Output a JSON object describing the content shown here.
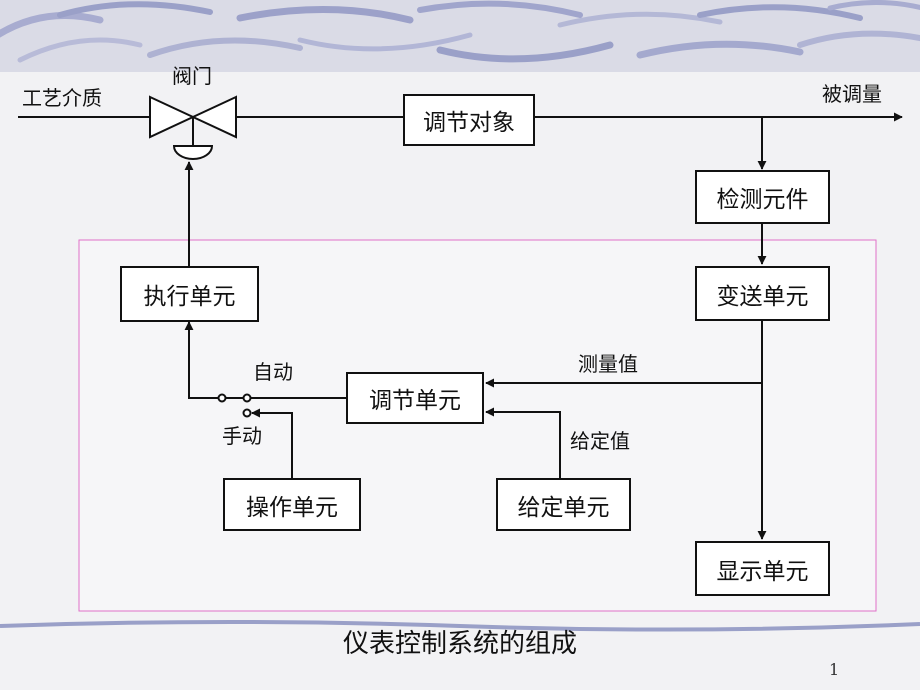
{
  "diagram": {
    "input_label": "工艺介质",
    "valve_label": "阀门",
    "output_label": "被调量",
    "blocks": {
      "process": "调节对象",
      "sensor": "检测元件",
      "transmitter": "变送单元",
      "actuator": "执行单元",
      "controller": "调节单元",
      "manual_operator": "操作单元",
      "setpoint_unit": "给定单元",
      "display": "显示单元"
    },
    "signals": {
      "measured_value": "测量值",
      "setpoint_value": "给定值",
      "auto_mode": "自动",
      "manual_mode": "手动"
    }
  },
  "caption": "仪表控制系统的组成",
  "page_number": "1",
  "colors": {
    "background": "#f2f2f4",
    "line": "#111111",
    "region_border": "#e070c8",
    "wave_decoration": "#9aa0c8"
  }
}
